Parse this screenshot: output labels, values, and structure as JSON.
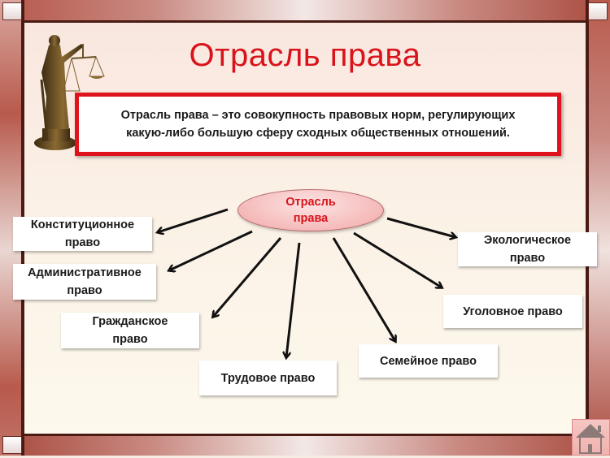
{
  "slide": {
    "title": "Отрасль права",
    "definition": {
      "line1": "Отрасль права – это совокупность правовых норм, регулирующих",
      "line2": "какую-либо большую сферу сходных общественных отношений."
    }
  },
  "diagram": {
    "center": {
      "line1": "Отрасль",
      "line2": "права"
    },
    "branches": [
      {
        "id": "constitutional",
        "line1": "Конституционное",
        "line2": "право"
      },
      {
        "id": "administrative",
        "line1": "Административное",
        "line2": "право"
      },
      {
        "id": "civil",
        "line1": "Гражданское",
        "line2": "право"
      },
      {
        "id": "labor",
        "line1": "Трудовое право",
        "line2": ""
      },
      {
        "id": "family",
        "line1": "Семейное право",
        "line2": ""
      },
      {
        "id": "criminal",
        "line1": "Уголовное право",
        "line2": ""
      },
      {
        "id": "ecological",
        "line1": "Экологическое",
        "line2": "право"
      }
    ]
  },
  "navigation": {
    "home_icon": "home-icon"
  },
  "colors": {
    "title": "#d9131b",
    "definition_border": "#e0121b",
    "center_fill": "#f5b9b9",
    "frame": "#b5574a"
  }
}
